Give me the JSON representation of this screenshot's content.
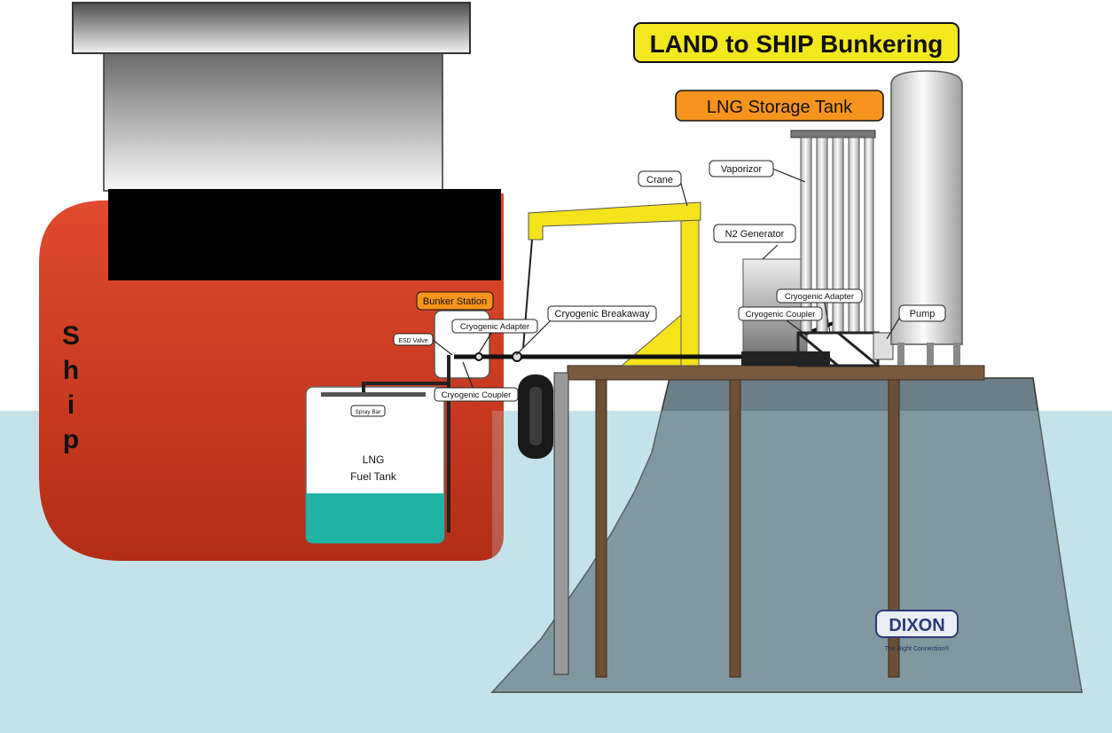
{
  "title": "LAND to SHIP Bunkering",
  "subtitle": "LNG Storage Tank",
  "ship_label": "Ship",
  "fuel_tank_label": [
    "LNG",
    "Fuel Tank"
  ],
  "labels": {
    "bunker_station": "Bunker Station",
    "cryogenic_adapter_ship": "Cryogenic Adapter",
    "cryogenic_breakaway": "Cryogenic Breakaway",
    "esd_valve": "ESD Valve",
    "cryogenic_coupler_ship": "Cryogenic Coupler",
    "spray_bar": "Spray Bar",
    "crane": "Crane",
    "vaporizor": "Vaporizor",
    "n2_generator": "N2 Generator",
    "cryogenic_adapter_shore": "Cryogenic Adapter",
    "cryogenic_coupler_shore": "Cryogenic Coupler",
    "pump": "Pump"
  },
  "logo": {
    "name": "DIXON",
    "tagline": "The Right Connection®"
  },
  "colors": {
    "title_bg": "#f3e81e",
    "subtitle_bg": "#f7941d",
    "hull_top": "#d8432a",
    "hull_bottom": "#a23018",
    "water": "#c5e2ea",
    "lng": "#1fb3a4",
    "crane": "#f5e31c",
    "ground": "#6b7f88"
  }
}
